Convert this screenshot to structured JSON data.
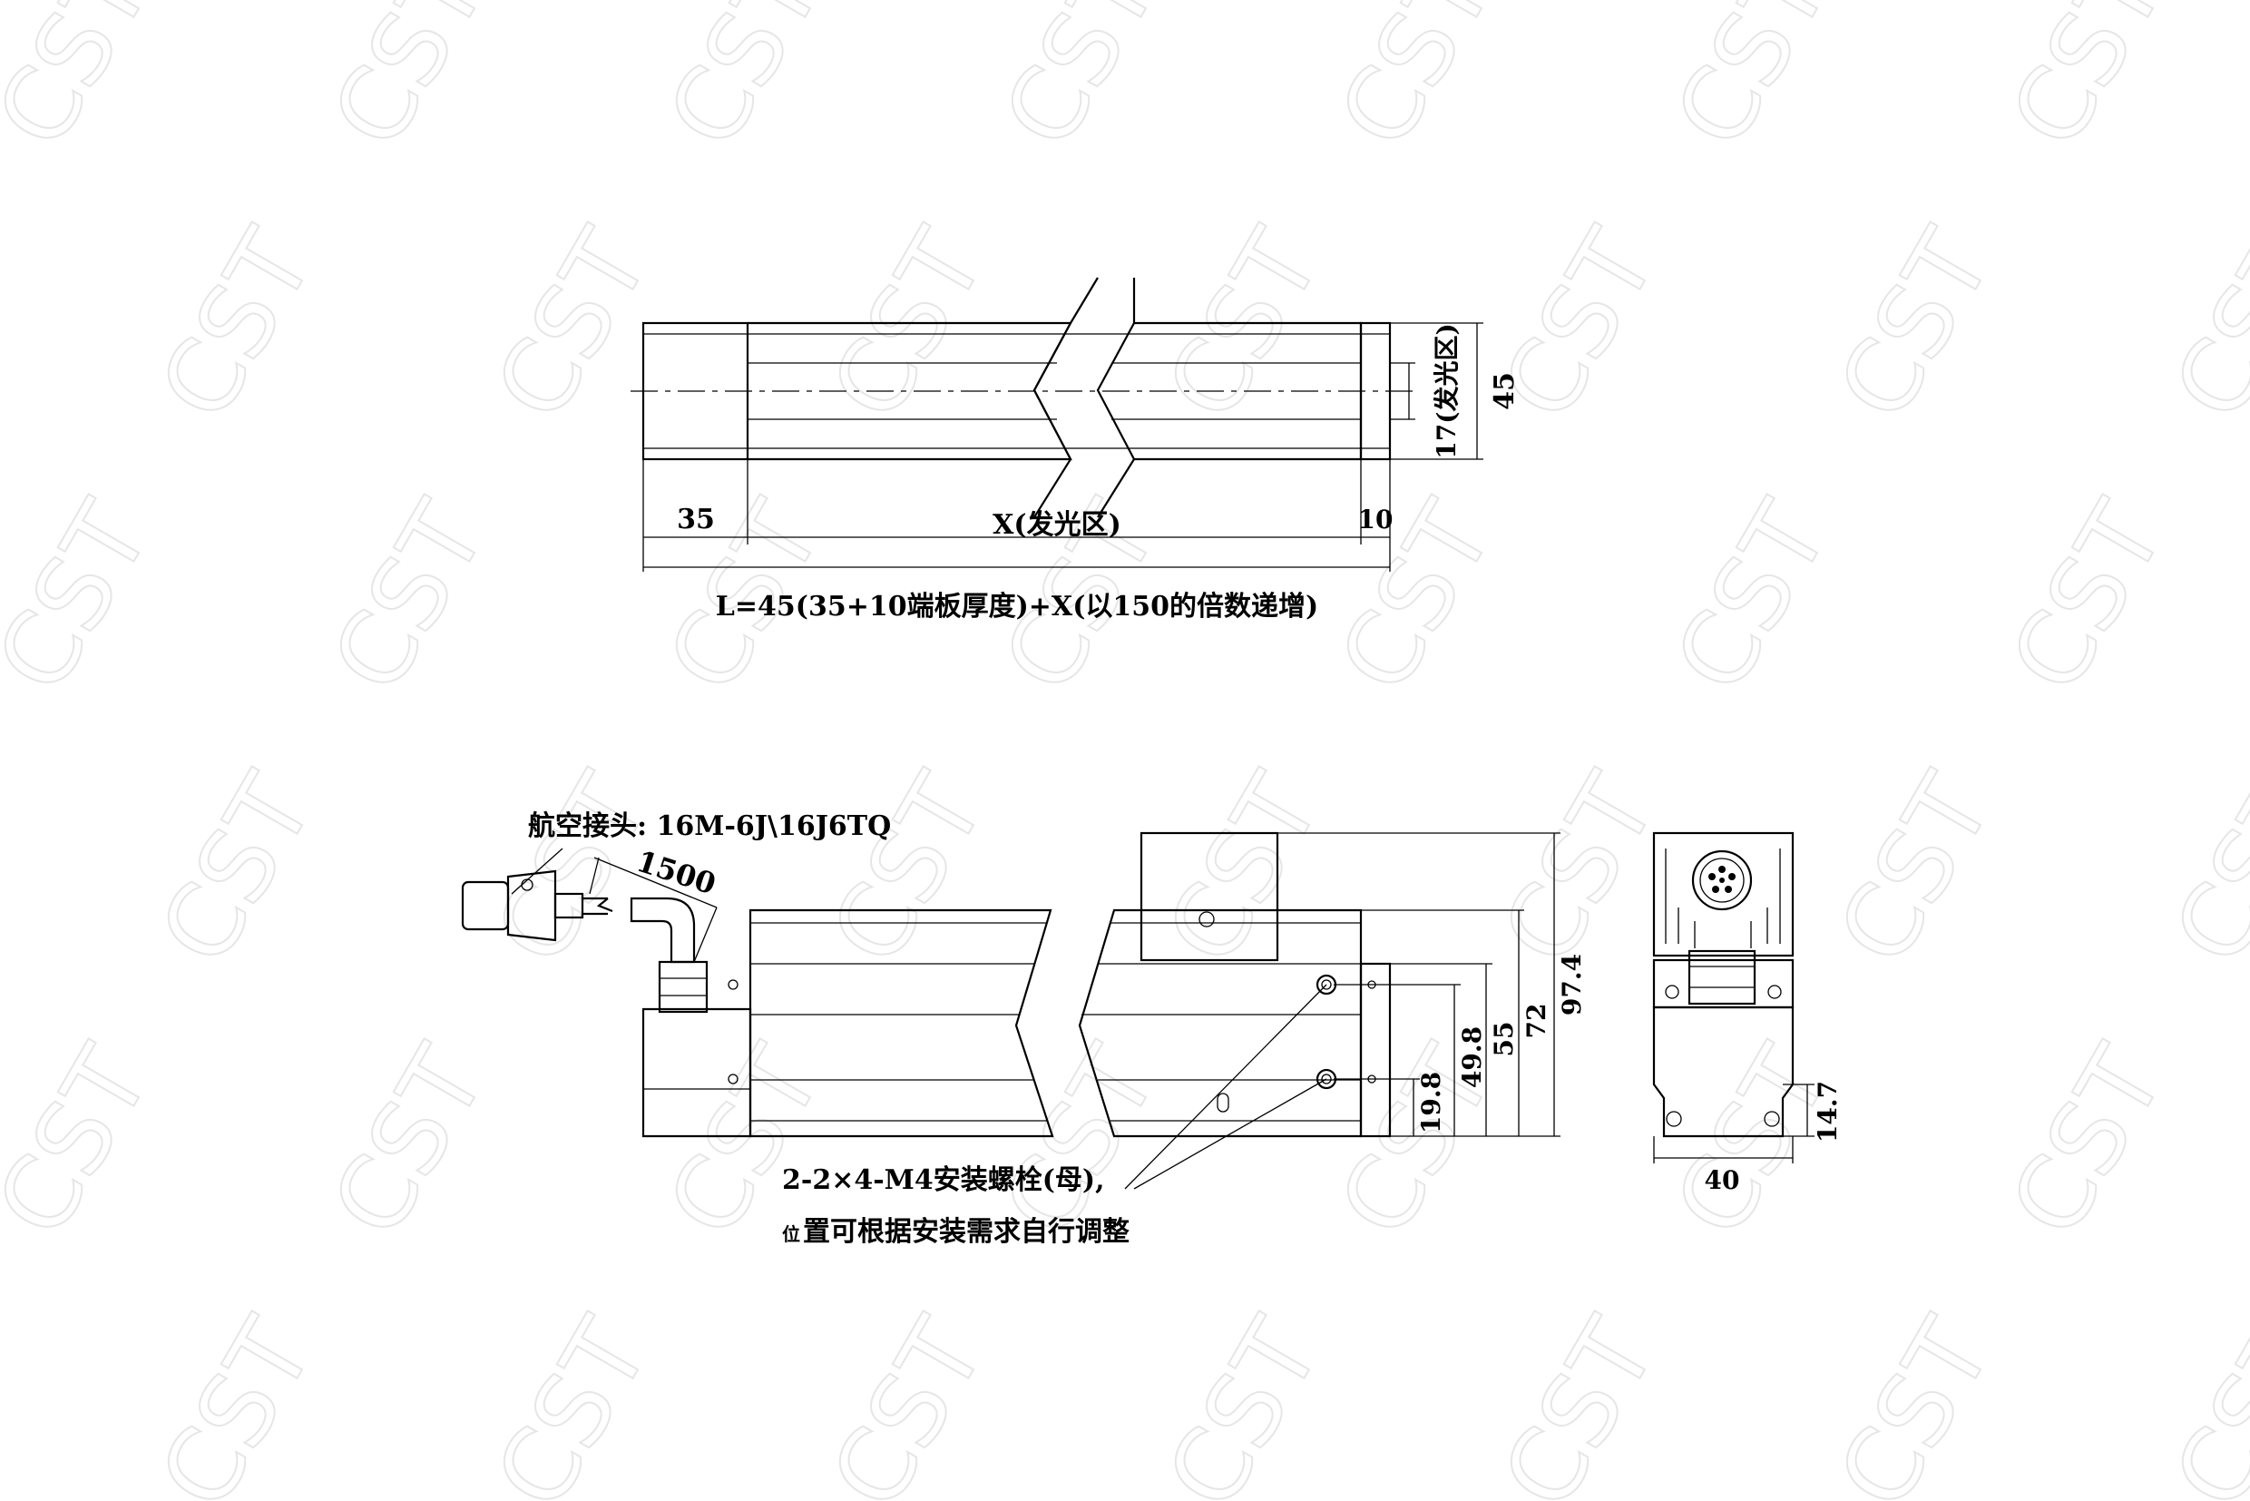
{
  "watermark": "CST",
  "colors": {
    "line": "#000000",
    "watermark": "#e6e6e6",
    "background": "#ffffff"
  },
  "top_view": {
    "dim_left": "35",
    "dim_middle": "X(发光区)",
    "dim_right": "10",
    "dim_height": "45",
    "dim_emit": "17(发光区)",
    "formula": "L=45(35+10端板厚度)+X(以150的倍数递增)"
  },
  "side_view": {
    "connector_label": "航空接头: 16M-6J\\16J6TQ",
    "cable_length": "1500",
    "dim_19_8": "19.8",
    "dim_49_8": "49.8",
    "dim_55": "55",
    "dim_72": "72",
    "dim_97_4": "97.4",
    "bolt_note": "2-2×4-M4安装螺栓(母),",
    "bolt_note_prefix": "位",
    "bolt_note_rest": "置可根据安装需求自行调整"
  },
  "end_view": {
    "dim_width": "40",
    "dim_14_7": "14.7"
  }
}
